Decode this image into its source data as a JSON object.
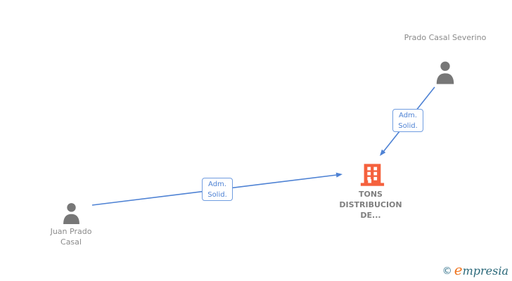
{
  "diagram": {
    "nodes": {
      "person_top": {
        "label": "Prado Casal Severino",
        "icon": "person-icon"
      },
      "person_bottom": {
        "label": "Juan Prado Casal",
        "icon": "person-icon"
      },
      "company": {
        "label": "TONS DISTRIBUCION DE...",
        "icon": "building-icon"
      }
    },
    "edges": {
      "severino_to_company": {
        "from": "Prado Casal Severino",
        "to": "TONS DISTRIBUCION DE...",
        "label_line1": "Adm.",
        "label_line2": "Solid."
      },
      "juan_to_company": {
        "from": "Juan Prado Casal",
        "to": "TONS DISTRIBUCION DE...",
        "label_line1": "Adm.",
        "label_line2": "Solid."
      }
    },
    "colors": {
      "edge": "#4e82d4",
      "edge_label_text": "#4e82d4",
      "edge_label_border": "#6f9ce0",
      "person_icon": "#777777",
      "building_icon": "#f5613d",
      "person_label_text": "#8a8a8a",
      "company_label_text": "#7f7f7f",
      "background": "#ffffff"
    }
  },
  "footer": {
    "copyright_symbol": "©",
    "brand_initial": "e",
    "brand_rest": "mpresia",
    "brand_initial_color": "#ef7622",
    "brand_text_color": "#2a6879"
  }
}
